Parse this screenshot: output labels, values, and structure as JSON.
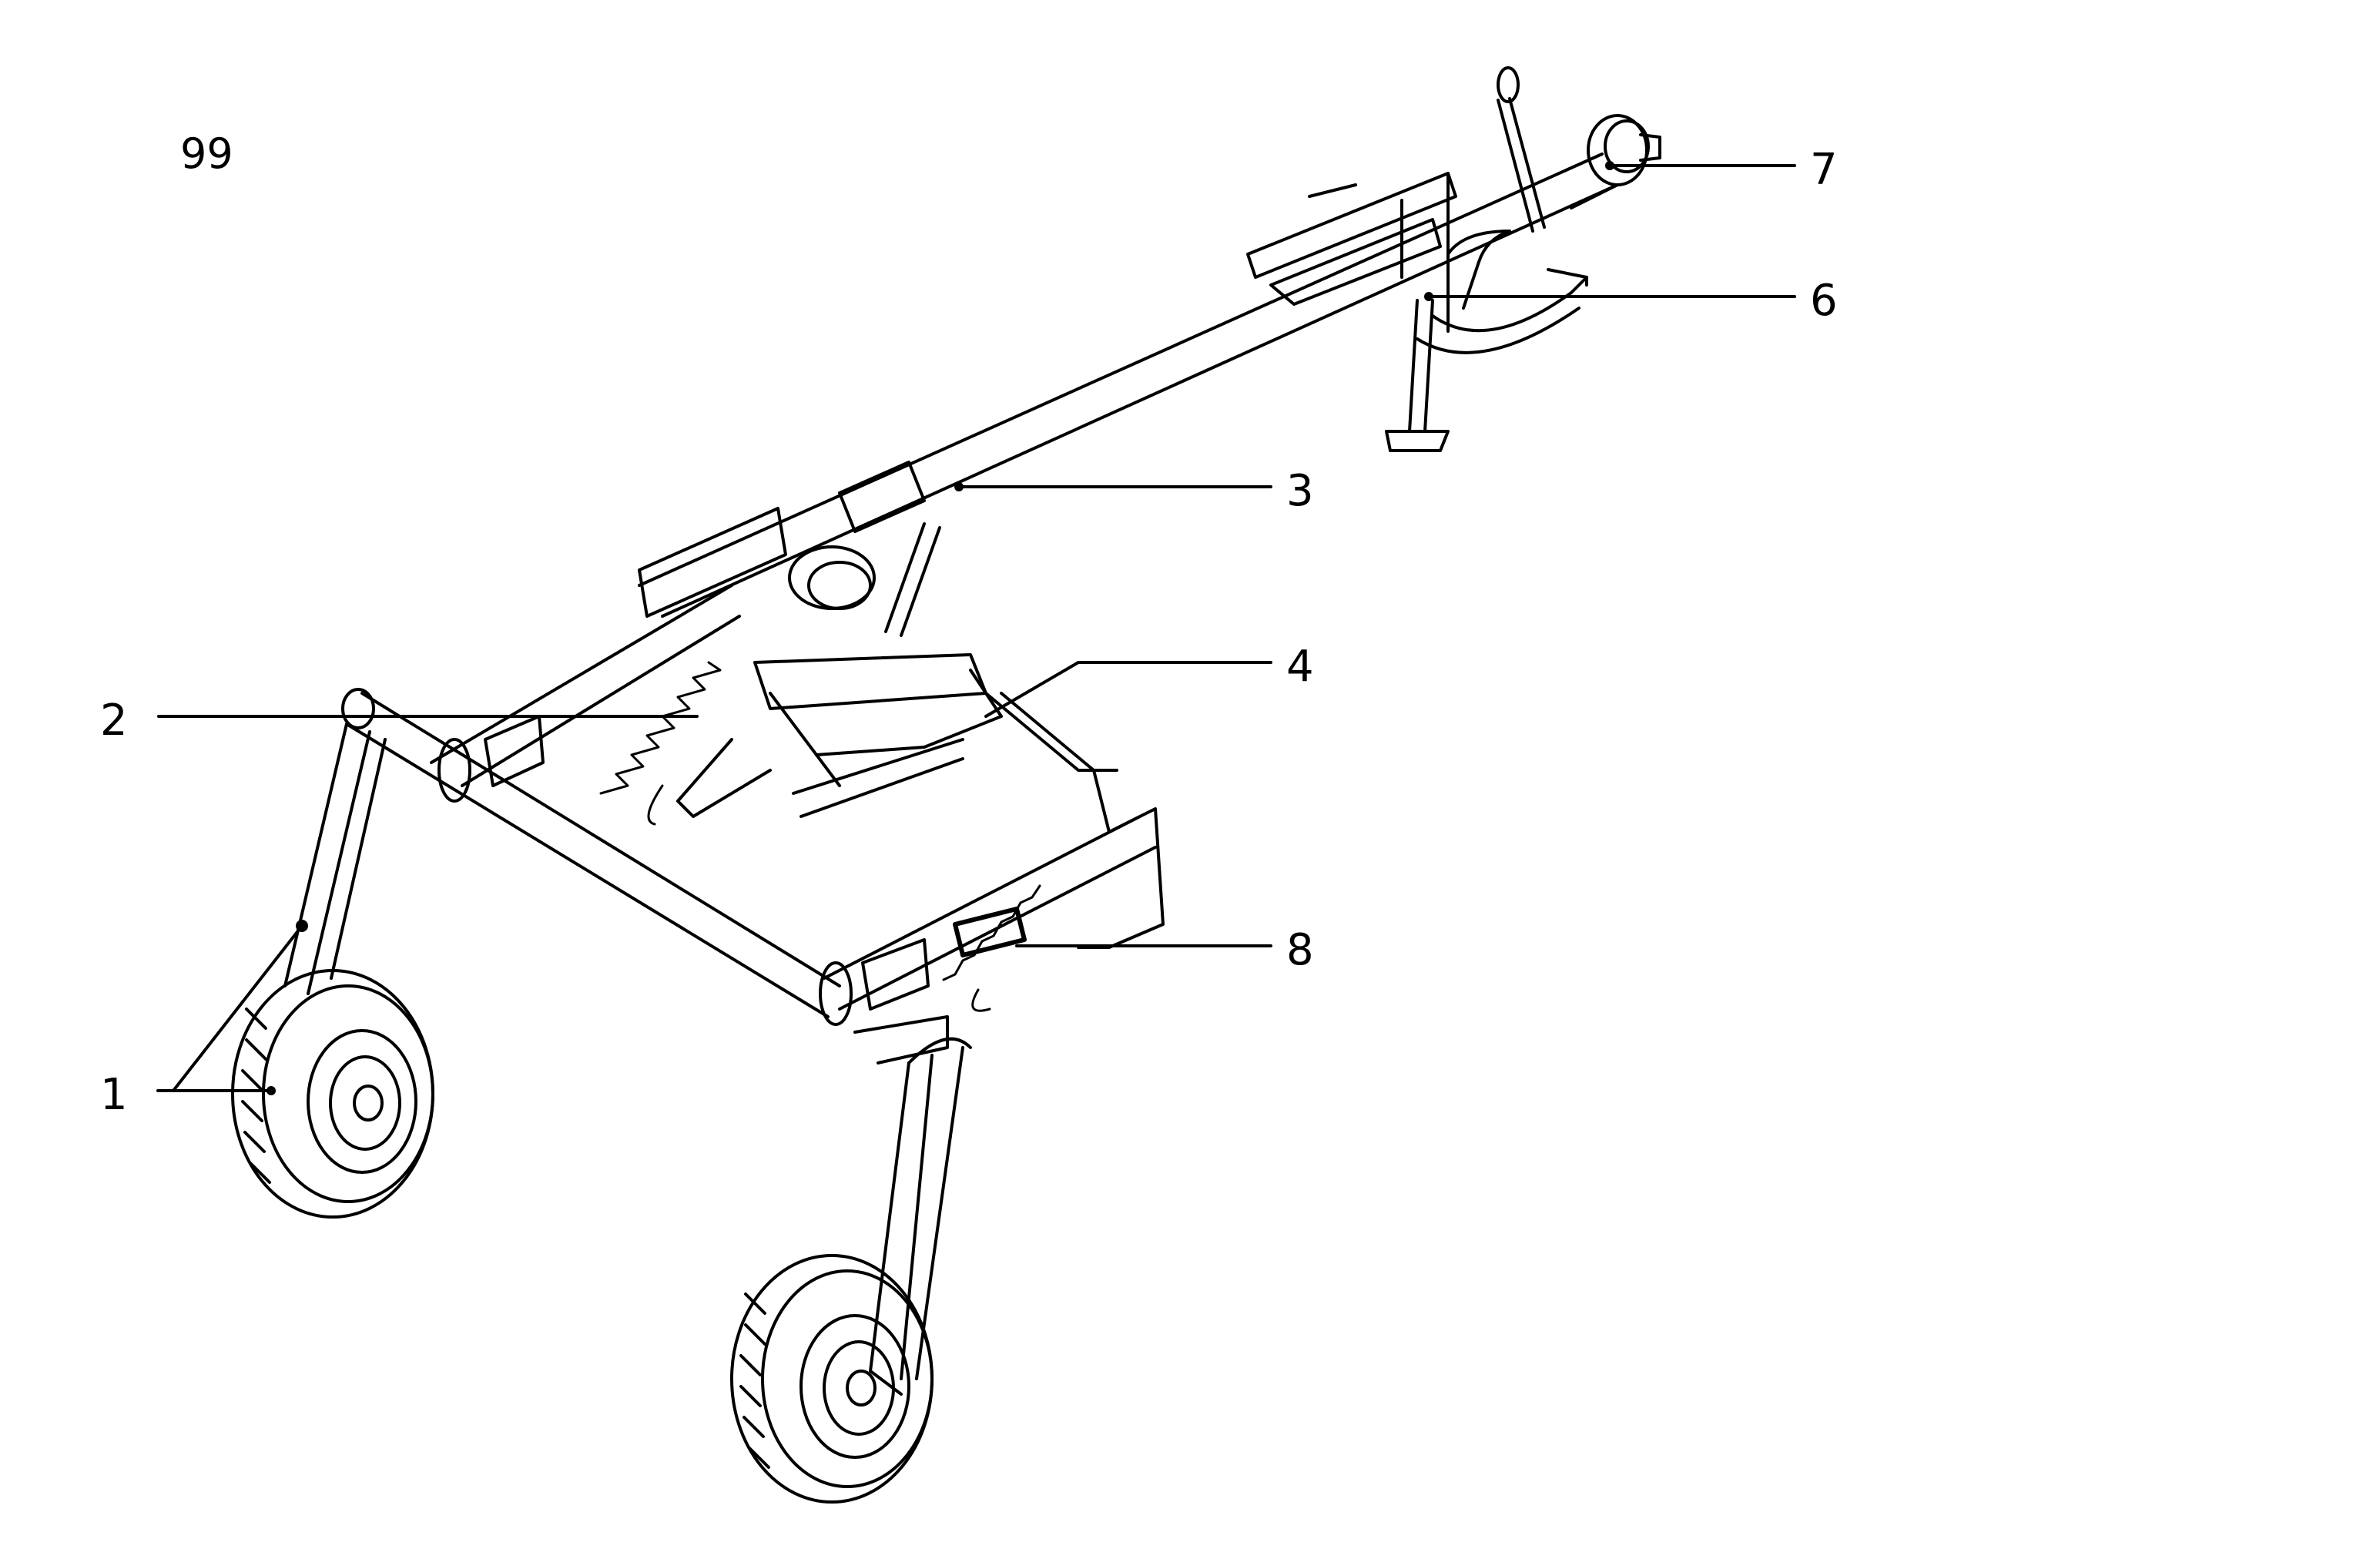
{
  "figure": {
    "number": "99"
  },
  "callouts": [
    {
      "id": "1",
      "text": "1"
    },
    {
      "id": "2",
      "text": "2"
    },
    {
      "id": "3",
      "text": "3"
    },
    {
      "id": "4",
      "text": "4"
    },
    {
      "id": "6",
      "text": "6"
    },
    {
      "id": "7",
      "text": "7"
    },
    {
      "id": "8",
      "text": "8"
    }
  ],
  "colors": {
    "ink": "#000000",
    "paper": "#ffffff"
  }
}
